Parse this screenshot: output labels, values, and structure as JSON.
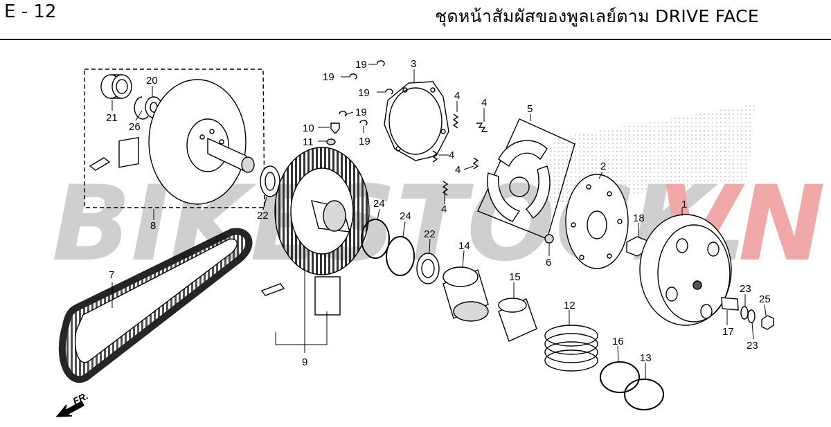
{
  "header": {
    "code": "E - 12",
    "title": "ชุดหน้าสัมผัสของพูลเลย์ตาม  DRIVE FACE"
  },
  "watermark": {
    "text_left": "BIKESTOCK.",
    "text_right": "VN",
    "color_left": "#cfcfcf",
    "color_right": "#f0a8a8"
  },
  "front_marker": "FR.",
  "callouts": [
    "1",
    "2",
    "3",
    "4",
    "4",
    "4",
    "4",
    "4",
    "5",
    "6",
    "7",
    "8",
    "9",
    "10",
    "11",
    "12",
    "13",
    "14",
    "15",
    "16",
    "17",
    "18",
    "19",
    "19",
    "19",
    "19",
    "19",
    "20",
    "21",
    "22",
    "22",
    "23",
    "23",
    "24",
    "24",
    "25",
    "26"
  ],
  "colors": {
    "line": "#000000",
    "part_fill": "#ffffff",
    "shade": "#d9d9d9"
  }
}
